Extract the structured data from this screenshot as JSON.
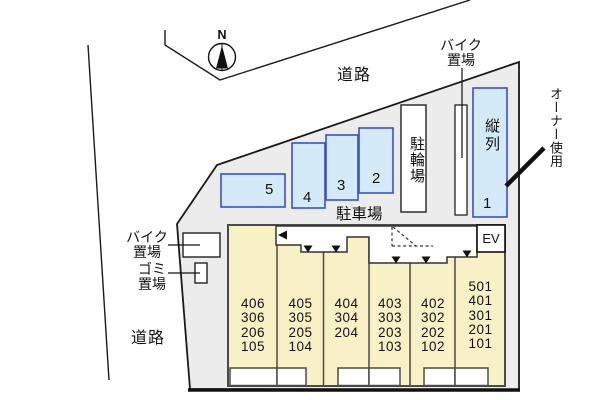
{
  "map": {
    "north_label": "N",
    "road_label_top": "道路",
    "road_label_left": "道路",
    "bike_area_top_label": [
      "バイク",
      "置場"
    ],
    "bike_area_left_label": [
      "バイク",
      "置場"
    ],
    "garbage_area_label": [
      "ゴミ",
      "置場"
    ],
    "car_parking_label": "駐車場",
    "bicycle_parking_label": "駐輪場",
    "tandem_label": "縦列",
    "owner_use_label": "オーナー使用",
    "elevator_label": "EV",
    "parking_spot_numbers": [
      "1",
      "2",
      "3",
      "4",
      "5"
    ],
    "building_room_columns": [
      [
        "406",
        "306",
        "206",
        "105"
      ],
      [
        "405",
        "305",
        "205",
        "104"
      ],
      [
        "404",
        "304",
        "204"
      ],
      [
        "403",
        "303",
        "203",
        "103"
      ],
      [
        "402",
        "302",
        "202",
        "102"
      ],
      [
        "501",
        "401",
        "301",
        "201",
        "101"
      ]
    ],
    "colors": {
      "site_fill": "#ececec",
      "site_border": "#1a1a1a",
      "building_fill": "#f9f1c6",
      "building_border": "#4a4a4a",
      "parking_spot_fill": "#d5eaf9",
      "parking_spot_border": "#3b51c3"
    }
  }
}
